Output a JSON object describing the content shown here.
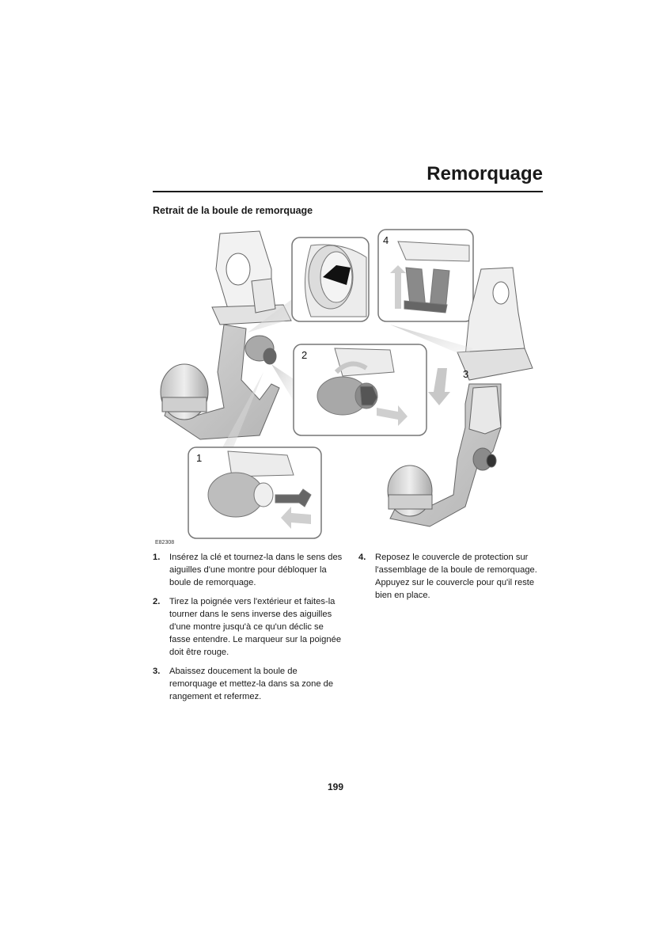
{
  "header": {
    "title": "Remorquage"
  },
  "section": {
    "title": "Retrait de la boule de remorquage"
  },
  "figure": {
    "code": "E82308",
    "labels": [
      "1",
      "2",
      "3",
      "4"
    ]
  },
  "steps": [
    {
      "num": "1.",
      "text": "Insérez la clé et tournez-la dans le sens des aiguilles d'une montre pour débloquer la boule de remorquage."
    },
    {
      "num": "2.",
      "text": "Tirez la poignée vers l'extérieur et faites-la tourner dans le sens inverse des aiguilles d'une montre jusqu'à ce qu'un déclic se fasse entendre. Le marqueur sur la poignée doit être rouge."
    },
    {
      "num": "3.",
      "text": "Abaissez doucement la boule de remorquage et mettez-la dans sa zone de rangement et refermez."
    },
    {
      "num": "4.",
      "text": "Reposez le couvercle de protection sur l'assemblage de la boule de remorquage. Appuyez sur le couvercle pour qu'il reste bien en place."
    }
  ],
  "footer": {
    "page_number": "199"
  }
}
